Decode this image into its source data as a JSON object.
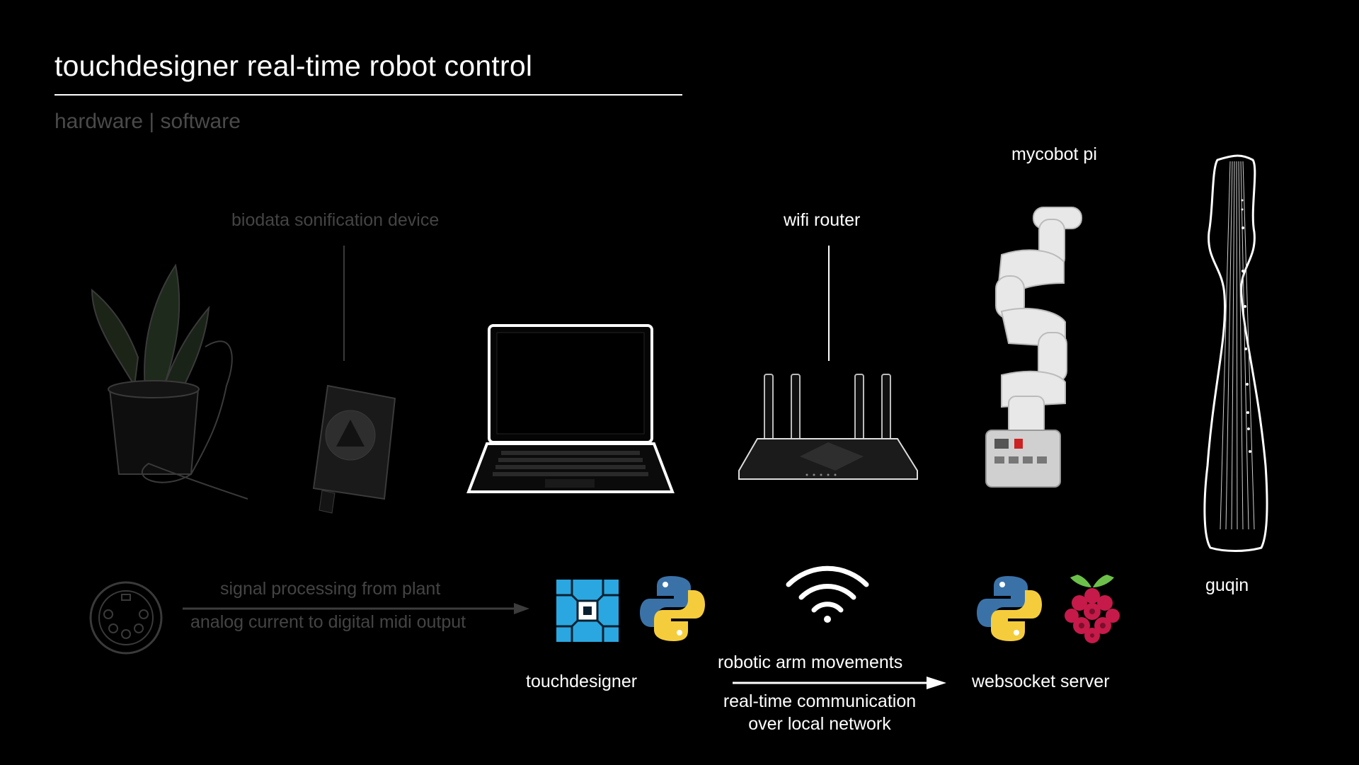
{
  "header": {
    "title": "touchdesigner real-time robot control",
    "subtitle": "hardware | software"
  },
  "hardware": {
    "biodata_label": "biodata sonification device",
    "router_label": "wifi router",
    "robot_label": "mycobot pi",
    "guqin_label": "guqin"
  },
  "software": {
    "signal_top": "signal processing from plant",
    "signal_bottom": "analog current to digital midi output",
    "touchdesigner_label": "touchdesigner",
    "arm_movements": "robotic arm movements",
    "realtime_line1": "real-time communication",
    "realtime_line2": "over local network",
    "websocket_label": "websocket server"
  },
  "colors": {
    "background": "#000000",
    "dim_text": "#444444",
    "touchdesigner_blue": "#2aa7e0",
    "python_blue": "#3a72a8",
    "python_yellow": "#f5cd3c",
    "raspberry_red": "#c51a4a",
    "raspberry_green": "#6cc04a"
  },
  "icons": [
    "plant-image",
    "biodata-device-image",
    "laptop-image",
    "router-image",
    "robot-arm-image",
    "guqin-image",
    "midi-connector-icon",
    "touchdesigner-icon",
    "python-icon",
    "wifi-icon",
    "raspberry-pi-icon",
    "arrow-right-icon"
  ]
}
